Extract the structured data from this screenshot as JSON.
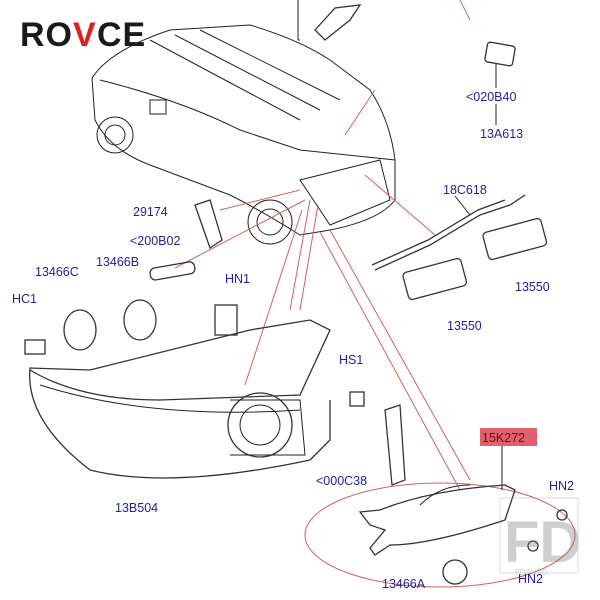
{
  "logo": {
    "text": "ROVCE",
    "accent_color": "#e02020"
  },
  "watermark": {
    "mark": "FD",
    "text": "FDAUTO"
  },
  "labels": {
    "p020b40": "<020B40",
    "p13a613": "13A613",
    "p29174": "29174",
    "p200b02": "<200B02",
    "p13466c": "13466C",
    "p13466b": "13466B",
    "hn1": "HN1",
    "hc1": "HC1",
    "p18c618": "18C618",
    "p13550a": "13550",
    "p13550b": "13550",
    "hs1": "HS1",
    "p000c38": "<000C38",
    "p13b504": "13B504",
    "p15k272": "15K272",
    "hn2a": "HN2",
    "hn2b": "HN2",
    "p13466a": "13466A"
  },
  "colors": {
    "label": "#22229a",
    "highlight": "#e06070",
    "leader_red": "#d46060"
  }
}
